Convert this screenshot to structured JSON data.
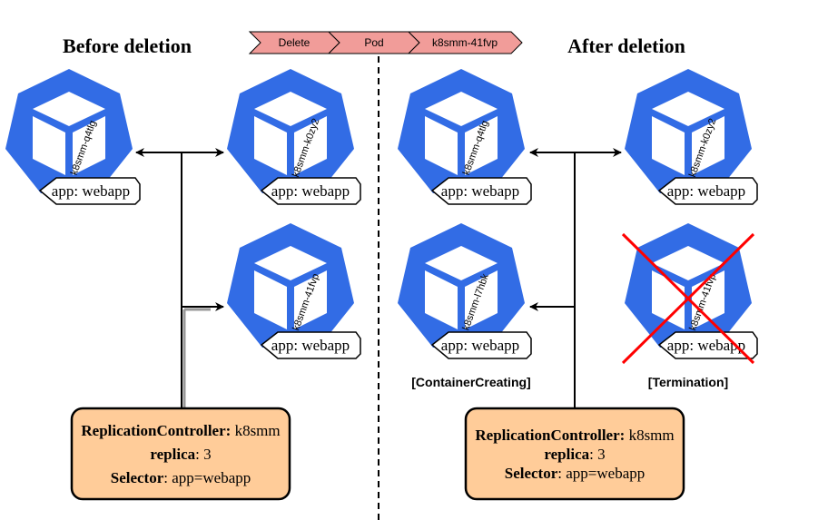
{
  "headings": {
    "before": "Before deletion",
    "after": "After deletion"
  },
  "command": [
    "Delete",
    "Pod",
    "k8smm-41fvp"
  ],
  "colors": {
    "k8s_blue": "#326ce5",
    "rc_fill": "#ffcc99",
    "command_fill": "#f19c99",
    "cross_red": "#ff0000"
  },
  "before": {
    "pods": [
      {
        "name": "k8smm-q4tlg",
        "label": "app: webapp"
      },
      {
        "name": "k8smm-k0zy2",
        "label": "app: webapp"
      },
      {
        "name": "k8smm-41fvp",
        "label": "app: webapp"
      }
    ],
    "rc": {
      "kind_key": "ReplicationController:",
      "kind_val": " k8smm",
      "replica_key": "replica",
      "replica_val": ": 3",
      "selector_key": "Selector",
      "selector_val": ": app=webapp"
    }
  },
  "after": {
    "pods": [
      {
        "name": "k8smm-q4tlg",
        "label": "app: webapp"
      },
      {
        "name": "k8smm-k0zy2",
        "label": "app: webapp"
      },
      {
        "name": "k8smm-l7hbk",
        "label": "app: webapp",
        "status": "[ContainerCreating]"
      },
      {
        "name": "k8smm-41fvp",
        "label": "app: webapp",
        "status": "[Termination]"
      }
    ],
    "rc": {
      "kind_key": "ReplicationController:",
      "kind_val": " k8smm",
      "replica_key": "replica",
      "replica_val": ": 3",
      "selector_key": "Selector",
      "selector_val": ": app=webapp"
    }
  }
}
